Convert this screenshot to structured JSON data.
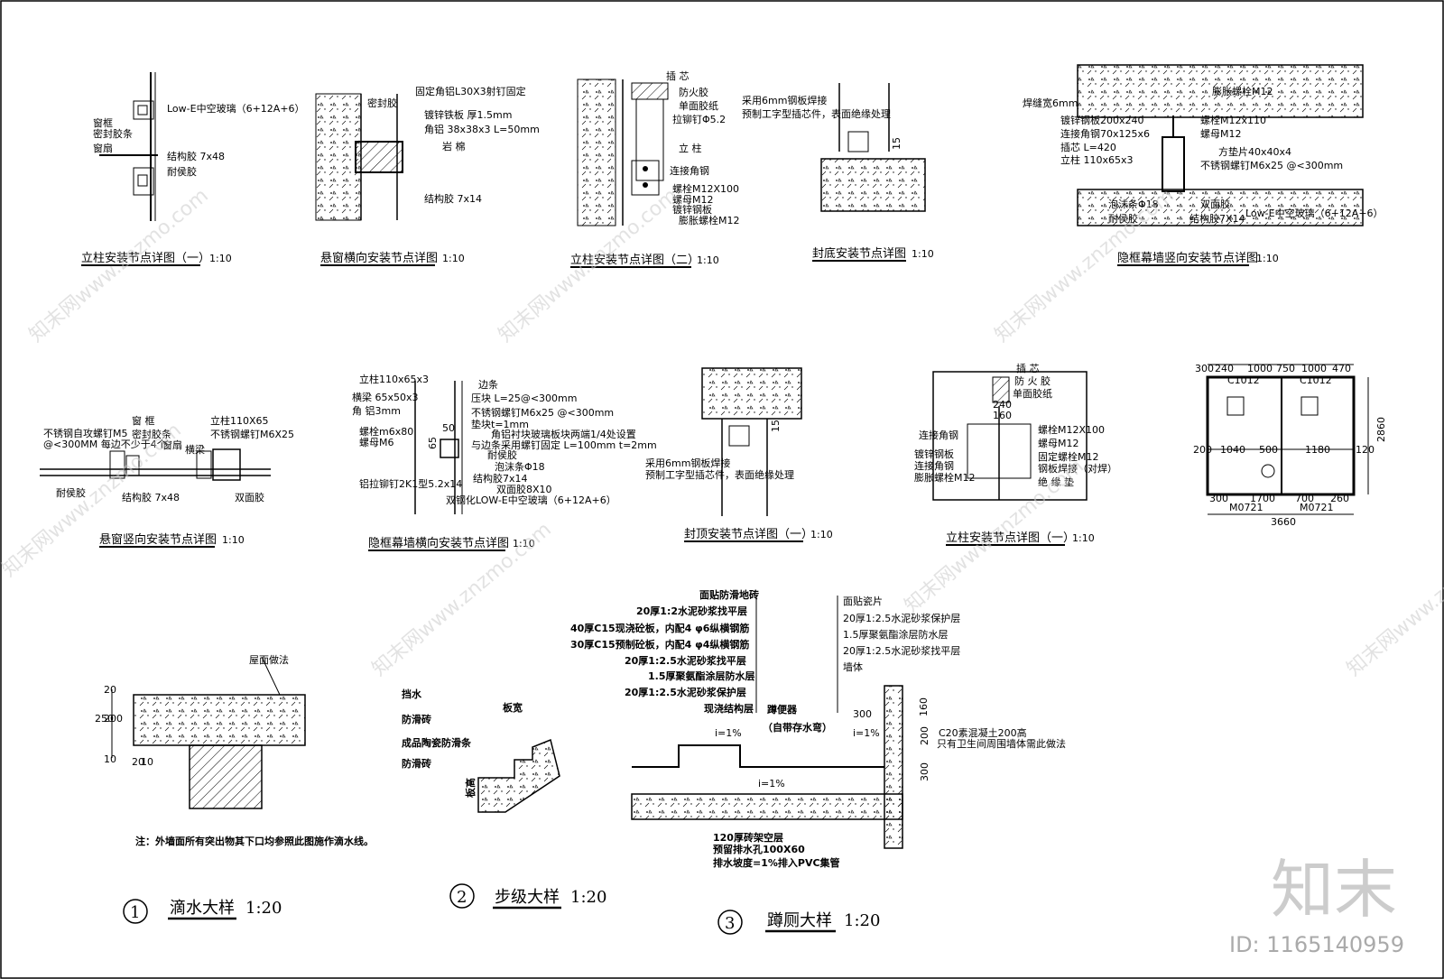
{
  "details_row1": [
    {
      "title": "立柱安装节点详图（一）",
      "scale": "1:10",
      "labels": [
        "窗框",
        "密封胶条",
        "窗扇",
        "Low-E中空玻璃（6+12A+6）",
        "结构胶 7x48",
        "耐侯胶"
      ]
    },
    {
      "title": "悬窗横向安装节点详图",
      "scale": "1:10",
      "labels": [
        "密封胶",
        "固定角铝L30X3射钉固定",
        "镀锌铁板 厚1.5mm",
        "角铝 38x38x3 L=50mm",
        "岩 棉",
        "结构胶 7x14"
      ]
    },
    {
      "title": "立柱安装节点详图（二）",
      "scale": "1:10",
      "labels": [
        "插 芯",
        "防火胶",
        "单面胶纸",
        "拉铆钉Φ5.2",
        "立 柱",
        "连接角钢",
        "螺栓M12X100",
        "螺母M12",
        "镀锌钢板",
        "膨胀螺栓M12"
      ]
    },
    {
      "title": "封底安装节点详图",
      "scale": "1:10",
      "labels": [
        "采用6mm钢板焊接",
        "预制工字型插芯件，表面绝缘处理",
        "15"
      ]
    },
    {
      "title": "隐框幕墙竖向安装节点详图",
      "scale": "1:10",
      "labels": [
        "焊缝宽6mm",
        "膨胀螺栓M12",
        "镀锌钢板200x240",
        "连接角钢70x125x6",
        "插芯 L=420",
        "立柱 110x65x3",
        "螺栓M12x110",
        "螺母M12",
        "方垫片40x40x4",
        "不锈钢螺钉M6x25 @<300mm",
        "泡沫条Φ18",
        "双面胶",
        "耐侯胶",
        "结构胶7X14",
        "Low-E中空玻璃（6+12A+6）"
      ]
    }
  ],
  "details_row2": [
    {
      "title": "悬窗竖向安装节点详图",
      "scale": "1:10",
      "labels": [
        "不锈钢自攻螺钉M5",
        "@<300MM 每边不少于4个",
        "窗 框",
        "密封胶条",
        "窗扇",
        "横梁",
        "立柱110X65",
        "不锈钢螺钉M6X25",
        "耐侯胶",
        "结构胶 7x48",
        "双面胶"
      ]
    },
    {
      "title": "隐框幕墙横向安装节点详图",
      "scale": "1:10",
      "labels": [
        "立柱110x65x3",
        "横梁 65x50x3",
        "角 铝3mm",
        "螺栓m6x80",
        "螺母M6",
        "铝拉铆钉2K1型5.2x14",
        "边条",
        "压块 L=25@<300mm",
        "不锈钢螺钉M6x25 @<300mm",
        "垫块t=1mm",
        "角铝衬块玻璃板块两端1/4处设置",
        "与边条采用螺钉固定 L=100mm t=2mm",
        "耐侯胶",
        "泡沫条Φ18",
        "结构胶7x14",
        "双面胶8X10",
        "双钢化LOW-E中空玻璃（6+12A+6）",
        "50",
        "65"
      ]
    },
    {
      "title": "封顶安装节点详图（一）",
      "scale": "1:10",
      "labels": [
        "采用6mm钢板焊接",
        "预制工字型插芯件，表面绝缘处理",
        "15"
      ]
    },
    {
      "title": "立柱安装节点详图（一）",
      "scale": "1:10",
      "labels": [
        "插 芯",
        "防 火 胶",
        "单面胶纸",
        "连接角钢",
        "镀锌钢板",
        "连接角钢",
        "膨胀螺栓M12",
        "螺栓M12X100",
        "螺母M12",
        "固定螺栓M12",
        "钢板焊接（对焊）",
        "绝 缘 垫",
        "240",
        "160"
      ]
    }
  ],
  "toilet_plan": {
    "top_dims": [
      "300",
      "240",
      "1000",
      "750",
      "1000",
      "470"
    ],
    "window_labels": [
      "C1012",
      "C1012"
    ],
    "mid_dims": [
      "200",
      "1040",
      "500",
      "1180",
      "120"
    ],
    "bottom_dims": [
      "300",
      "1700",
      "700",
      "260"
    ],
    "door_labels": [
      "M0721",
      "M0721"
    ],
    "total": "3660",
    "height": "2860"
  },
  "drip": {
    "label": "屋面做法",
    "note": "注：外墙面所有突出物其下口均参照此图施作滴水线。",
    "num": "1",
    "title": "滴水大样",
    "scale": "1:20",
    "dims": [
      "20",
      "250",
      "200",
      "10",
      "20",
      "10"
    ]
  },
  "step": {
    "labels": [
      "挡水",
      "防滑砖",
      "成品陶瓷防滑条",
      "防滑砖"
    ],
    "dim_top": "板宽",
    "dim_side": "板高",
    "num": "2",
    "title": "步级大样",
    "scale": "1:20"
  },
  "toilet_detail": {
    "left_labels": [
      "面贴防滑地砖",
      "20厚1:2水泥砂浆找平层",
      "40厚C15现浇砼板，内配4  φ6纵横钢筋",
      "30厚C15预制砼板，内配4  φ4纵横钢筋",
      "20厚1:2.5水泥砂浆找平层",
      "1.5厚聚氨酯涂层防水层",
      "20厚1:2.5水泥砂浆保护层",
      "现浇结构层"
    ],
    "right_labels": [
      "面贴瓷片",
      "20厚1:2.5水泥砂浆保护层",
      "1.5厚聚氨酯涂层防水层",
      "20厚1:2.5水泥砂浆找平层",
      "墙体"
    ],
    "fixture": [
      "蹲便器",
      "（自带存水弯）"
    ],
    "slopes": [
      "i=1%",
      "i=1%",
      "i=1%"
    ],
    "dims": [
      "300",
      "160",
      "200",
      "300"
    ],
    "side_note": [
      "C20素混凝土200高",
      "只有卫生间周围墙体需此做法"
    ],
    "bottom_labels": [
      "120厚砖架空层",
      "预留排水孔100X60",
      "排水坡度=1%排入PVC集管"
    ],
    "num": "3",
    "title": "蹲厕大样",
    "scale": "1:20"
  },
  "watermark": {
    "text": "知末网www.znzmo.com",
    "brand": "知末",
    "id": "ID: 1165140959"
  }
}
